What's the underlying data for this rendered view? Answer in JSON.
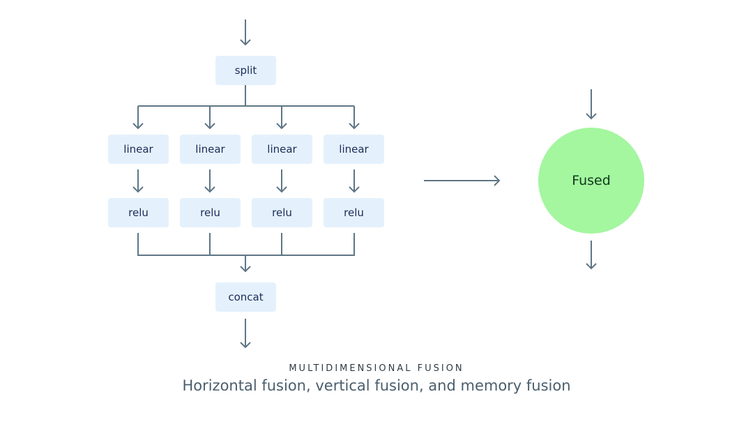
{
  "colors": {
    "line": "#5e7585",
    "node_fill": "#e4f1fc",
    "node_text": "#1c2b59",
    "fused_fill": "#a4f69f",
    "fused_text": "#0f3a1a"
  },
  "left_graph": {
    "split": "split",
    "branches": [
      {
        "linear": "linear",
        "relu": "relu"
      },
      {
        "linear": "linear",
        "relu": "relu"
      },
      {
        "linear": "linear",
        "relu": "relu"
      },
      {
        "linear": "linear",
        "relu": "relu"
      }
    ],
    "concat": "concat"
  },
  "right_graph": {
    "fused": "Fused"
  },
  "caption": {
    "subtitle": "MULTIDIMENSIONAL FUSION",
    "title": "Horizontal fusion, vertical fusion, and memory fusion"
  }
}
